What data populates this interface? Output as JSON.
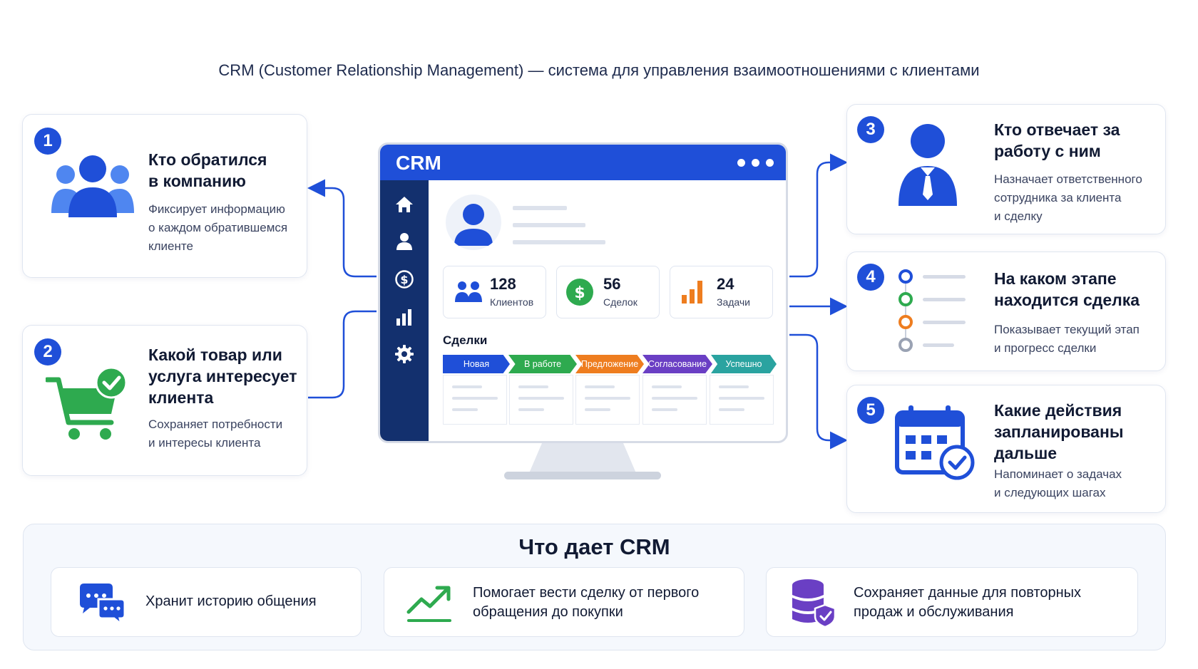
{
  "subtitle": "CRM (Customer Relationship Management) — система для управления взаимоотношениями с клиентами",
  "colors": {
    "primary": "#1f4fd8",
    "navy": "#13306e",
    "green": "#2eaa4f",
    "orange": "#ee7d1f",
    "purple": "#6a3fc4",
    "teal": "#2aa3a0"
  },
  "cards": [
    {
      "num": "1",
      "icon": "users-group-icon",
      "title": "Кто обратился\nв компанию",
      "desc": "Фиксирует информацию\nо каждом обратившемся\nклиенте"
    },
    {
      "num": "2",
      "icon": "shopping-cart-check-icon",
      "title": "Какой товар или\nуслуга интересует\nклиента",
      "desc": "Сохраняет потребности\nи интересы клиента"
    },
    {
      "num": "3",
      "icon": "manager-person-icon",
      "title": "Кто отвечает за\nработу с ним",
      "desc": "Назначает ответственного\nсотрудника за клиента\nи сделку"
    },
    {
      "num": "4",
      "icon": "stage-progress-icon",
      "title": "На каком этапе\nнаходится сделка",
      "desc": "Показывает текущий этап\nи прогресс сделки"
    },
    {
      "num": "5",
      "icon": "calendar-check-icon",
      "title": "Какие действия\nзапланированы\nдальше",
      "desc": "Напоминает о задачах\nи следующих шагах"
    }
  ],
  "crm_window": {
    "title": "CRM",
    "sidebar_icons": [
      "home-icon",
      "user-icon",
      "dollar-icon",
      "bar-chart-icon",
      "gear-icon"
    ],
    "stats": [
      {
        "value": "128",
        "label": "Клиентов",
        "icon": "users-icon"
      },
      {
        "value": "56",
        "label": "Сделок",
        "icon": "dollar-coin-icon"
      },
      {
        "value": "24",
        "label": "Задачи",
        "icon": "chart-bars-icon"
      }
    ],
    "deals_label": "Сделки",
    "stages": [
      {
        "label": "Новая",
        "color": "#1f4fd8"
      },
      {
        "label": "В работе",
        "color": "#2eaa4f"
      },
      {
        "label": "Предложение",
        "color": "#ee7d1f"
      },
      {
        "label": "Согласование",
        "color": "#6a3fc4"
      },
      {
        "label": "Успешно",
        "color": "#2aa3a0"
      }
    ]
  },
  "benefits": {
    "title": "Что дает CRM",
    "items": [
      {
        "icon": "chat-bubbles-icon",
        "text": "Хранит историю общения"
      },
      {
        "icon": "trend-up-icon",
        "text": "Помогает вести сделку от первого\nобращения до покупки"
      },
      {
        "icon": "database-shield-icon",
        "text": "Сохраняет данные для повторных\nпродаж и обслуживания"
      }
    ]
  }
}
